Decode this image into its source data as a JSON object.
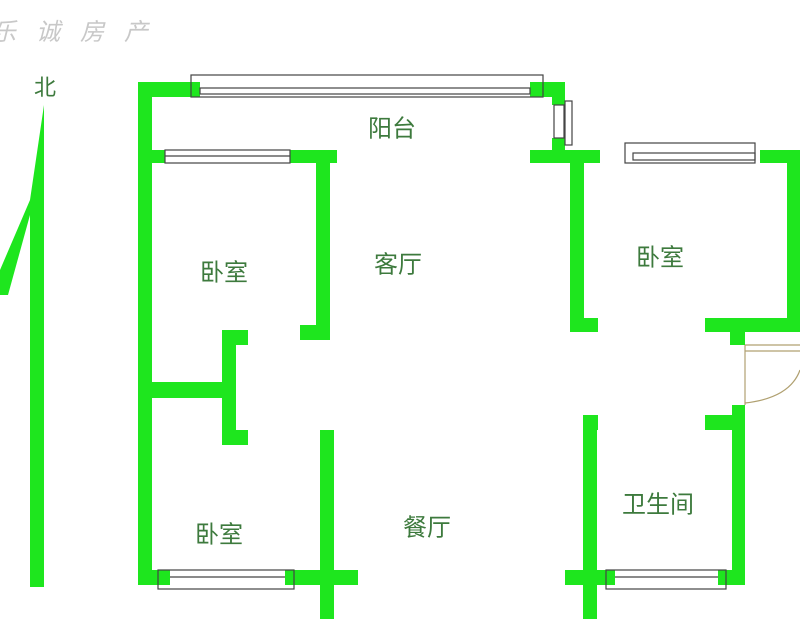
{
  "watermark": "乐诚房产",
  "north_label": "北",
  "colors": {
    "wall": "#1ee61e",
    "label": "#3d7a3d",
    "door": "#b0a070"
  },
  "rooms": {
    "balcony": "阳台",
    "bedroom_nw": "卧室",
    "living_room": "客厅",
    "bedroom_ne": "卧室",
    "bedroom_sw": "卧室",
    "dining_room": "餐厅",
    "bathroom": "卫生间"
  }
}
